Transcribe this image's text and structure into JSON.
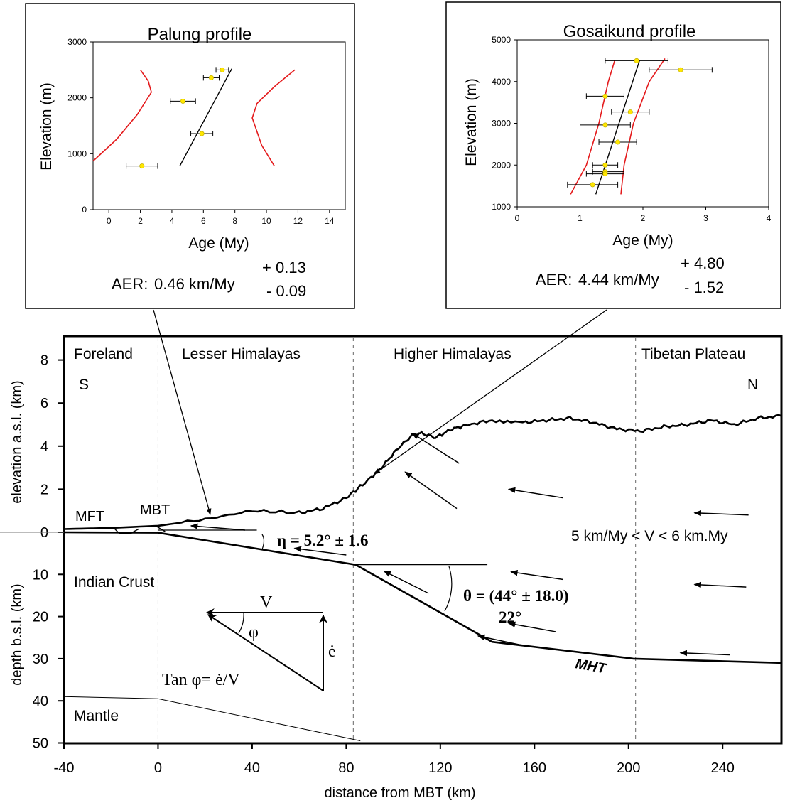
{
  "chart_data": [
    {
      "id": "palung",
      "type": "scatter",
      "title": "Palung profile",
      "xlabel": "Age (My)",
      "ylabel": "Elevation (m)",
      "xlim": [
        -1,
        15
      ],
      "ylim": [
        0,
        3000
      ],
      "xticks": [
        0,
        2,
        4,
        6,
        8,
        10,
        12,
        14
      ],
      "yticks": [
        0,
        1000,
        2000,
        3000
      ],
      "points": [
        {
          "age": 2.1,
          "elev": 780,
          "err_lo": 1.1,
          "err_hi": 3.1
        },
        {
          "age": 4.7,
          "elev": 1940,
          "err_lo": 3.9,
          "err_hi": 5.5
        },
        {
          "age": 5.9,
          "elev": 1360,
          "err_lo": 5.2,
          "err_hi": 6.6
        },
        {
          "age": 6.5,
          "elev": 2360,
          "err_lo": 6.0,
          "err_hi": 7.0
        },
        {
          "age": 7.2,
          "elev": 2500,
          "err_lo": 6.8,
          "err_hi": 7.6
        }
      ],
      "fit_line": [
        [
          4.5,
          780
        ],
        [
          7.8,
          2520
        ]
      ],
      "conf_left": [
        [
          -1,
          870
        ],
        [
          0.5,
          1260
        ],
        [
          1.8,
          1700
        ],
        [
          2.7,
          2100
        ],
        [
          2.5,
          2300
        ],
        [
          2.0,
          2500
        ]
      ],
      "conf_right": [
        [
          10.5,
          780
        ],
        [
          9.7,
          1150
        ],
        [
          9.1,
          1640
        ],
        [
          9.4,
          1900
        ],
        [
          10.5,
          2200
        ],
        [
          11.8,
          2500
        ]
      ],
      "aer_label": "AER:",
      "aer_value": "0.46 km/My",
      "aer_plus": "+ 0.13",
      "aer_minus": "- 0.09"
    },
    {
      "id": "gosaikund",
      "type": "scatter",
      "title": "Gosaikund profile",
      "xlabel": "Age (My)",
      "ylabel": "Elevation (m)",
      "xlim": [
        0,
        4
      ],
      "ylim": [
        1000,
        5000
      ],
      "xticks": [
        0,
        1,
        2,
        3,
        4
      ],
      "yticks": [
        1000,
        2000,
        3000,
        4000,
        5000
      ],
      "points": [
        {
          "age": 1.9,
          "elev": 4500,
          "err_lo": 1.4,
          "err_hi": 2.4
        },
        {
          "age": 2.6,
          "elev": 4280,
          "err_lo": 2.1,
          "err_hi": 3.1
        },
        {
          "age": 1.4,
          "elev": 3650,
          "err_lo": 1.1,
          "err_hi": 1.7
        },
        {
          "age": 1.8,
          "elev": 3270,
          "err_lo": 1.5,
          "err_hi": 2.1
        },
        {
          "age": 1.4,
          "elev": 2960,
          "err_lo": 1.0,
          "err_hi": 1.8
        },
        {
          "age": 1.6,
          "elev": 2550,
          "err_lo": 1.3,
          "err_hi": 1.9
        },
        {
          "age": 1.4,
          "elev": 2000,
          "err_lo": 1.2,
          "err_hi": 1.6
        },
        {
          "age": 1.4,
          "elev": 1840,
          "err_lo": 1.2,
          "err_hi": 1.7
        },
        {
          "age": 1.4,
          "elev": 1790,
          "err_lo": 1.1,
          "err_hi": 1.7
        },
        {
          "age": 1.2,
          "elev": 1530,
          "err_lo": 0.8,
          "err_hi": 1.6
        }
      ],
      "fit_line": [
        [
          1.25,
          1300
        ],
        [
          1.95,
          4520
        ]
      ],
      "conf_left": [
        [
          0.85,
          1300
        ],
        [
          1.1,
          2000
        ],
        [
          1.3,
          3000
        ],
        [
          1.45,
          4000
        ],
        [
          1.55,
          4500
        ]
      ],
      "conf_right": [
        [
          1.65,
          1300
        ],
        [
          1.7,
          2000
        ],
        [
          1.85,
          3000
        ],
        [
          2.1,
          4000
        ],
        [
          2.35,
          4550
        ]
      ],
      "aer_label": "AER:",
      "aer_value": "4.44 km/My",
      "aer_plus": "+ 4.80",
      "aer_minus": "- 1.52"
    },
    {
      "id": "cross_section",
      "type": "line",
      "xlabel": "distance from MBT (km)",
      "ylabel_top": "elevation a.s.l. (km)",
      "ylabel_bottom": "depth b.s.l. (km)",
      "xlim": [
        -40,
        265
      ],
      "xticks": [
        -40,
        0,
        40,
        80,
        120,
        160,
        200,
        240
      ],
      "elev_ticks": [
        0,
        2,
        4,
        6,
        8
      ],
      "depth_ticks": [
        10,
        20,
        30,
        40,
        50
      ],
      "zones": [
        "Foreland",
        "Lesser Himalayas",
        "Higher Himalayas",
        "Tibetan Plateau"
      ],
      "zone_boundaries_km": [
        0,
        83,
        203
      ],
      "label_S": "S",
      "label_N": "N",
      "label_MFT": "MFT",
      "label_MBT": "MBT",
      "label_MHT": "MHT",
      "label_indian_crust": "Indian Crust",
      "label_mantle": "Mantle",
      "eta_label": "η = 5.2° ± 1.6",
      "theta_label": "θ = (44° ± 18.0)",
      "theta_sub": "22°",
      "velocity_label": "5 km/My < V < 6 km.My",
      "inset_V": "V",
      "inset_phi": "φ",
      "inset_edot": "ė",
      "inset_formula": "Tan φ= ė/V",
      "topography": [
        [
          -40,
          0.15
        ],
        [
          -20,
          0.2
        ],
        [
          0,
          0.3
        ],
        [
          20,
          0.6
        ],
        [
          40,
          1.0
        ],
        [
          60,
          0.9
        ],
        [
          70,
          1.1
        ],
        [
          80,
          1.6
        ],
        [
          88,
          2.3
        ],
        [
          95,
          3.0
        ],
        [
          102,
          3.9
        ],
        [
          108,
          4.5
        ],
        [
          112,
          4.6
        ],
        [
          118,
          4.4
        ],
        [
          125,
          4.8
        ],
        [
          132,
          5.0
        ],
        [
          142,
          5.2
        ],
        [
          155,
          5.1
        ],
        [
          165,
          5.2
        ],
        [
          175,
          5.3
        ],
        [
          185,
          5.1
        ],
        [
          195,
          4.8
        ],
        [
          205,
          4.7
        ],
        [
          215,
          4.9
        ],
        [
          225,
          5.0
        ],
        [
          235,
          5.2
        ],
        [
          245,
          5.0
        ],
        [
          255,
          5.3
        ],
        [
          265,
          5.4
        ]
      ],
      "mht_depth": [
        [
          -40,
          0
        ],
        [
          0,
          0.1
        ],
        [
          84,
          7.7
        ],
        [
          142,
          26
        ],
        [
          202,
          30
        ],
        [
          265,
          31
        ]
      ],
      "moho_depth": [
        [
          -40,
          39
        ],
        [
          0,
          39.5
        ],
        [
          86,
          49.5
        ]
      ],
      "mft_x": -20,
      "velocity_arrows": [
        {
          "x1": 37,
          "z1": 0.1,
          "x2": 14,
          "z2": 0.3
        },
        {
          "x1": 80,
          "z1": -5.4,
          "x2": 58,
          "z2": -3.8
        },
        {
          "x1": 128,
          "z1": 3.2,
          "x2": 108,
          "z2": 4.6
        },
        {
          "x1": 127,
          "z1": 1.1,
          "x2": 105,
          "z2": 2.8
        },
        {
          "x1": 172,
          "z1": 1.6,
          "x2": 149,
          "z2": 2.0
        },
        {
          "x1": 251,
          "z1": 0.8,
          "x2": 228,
          "z2": 0.9
        },
        {
          "x1": 115,
          "z1": -14.5,
          "x2": 96,
          "z2": -9.2
        },
        {
          "x1": 172,
          "z1": -11.2,
          "x2": 150,
          "z2": -9.4
        },
        {
          "x1": 250,
          "z1": -13,
          "x2": 228,
          "z2": -12.4
        },
        {
          "x1": 158,
          "z1": -27.2,
          "x2": 136,
          "z2": -24.6
        },
        {
          "x1": 243,
          "z1": -29.1,
          "x2": 222,
          "z2": -28.6
        },
        {
          "x1": 169,
          "z1": -23.6,
          "x2": 149,
          "z2": -21.6
        }
      ]
    }
  ]
}
